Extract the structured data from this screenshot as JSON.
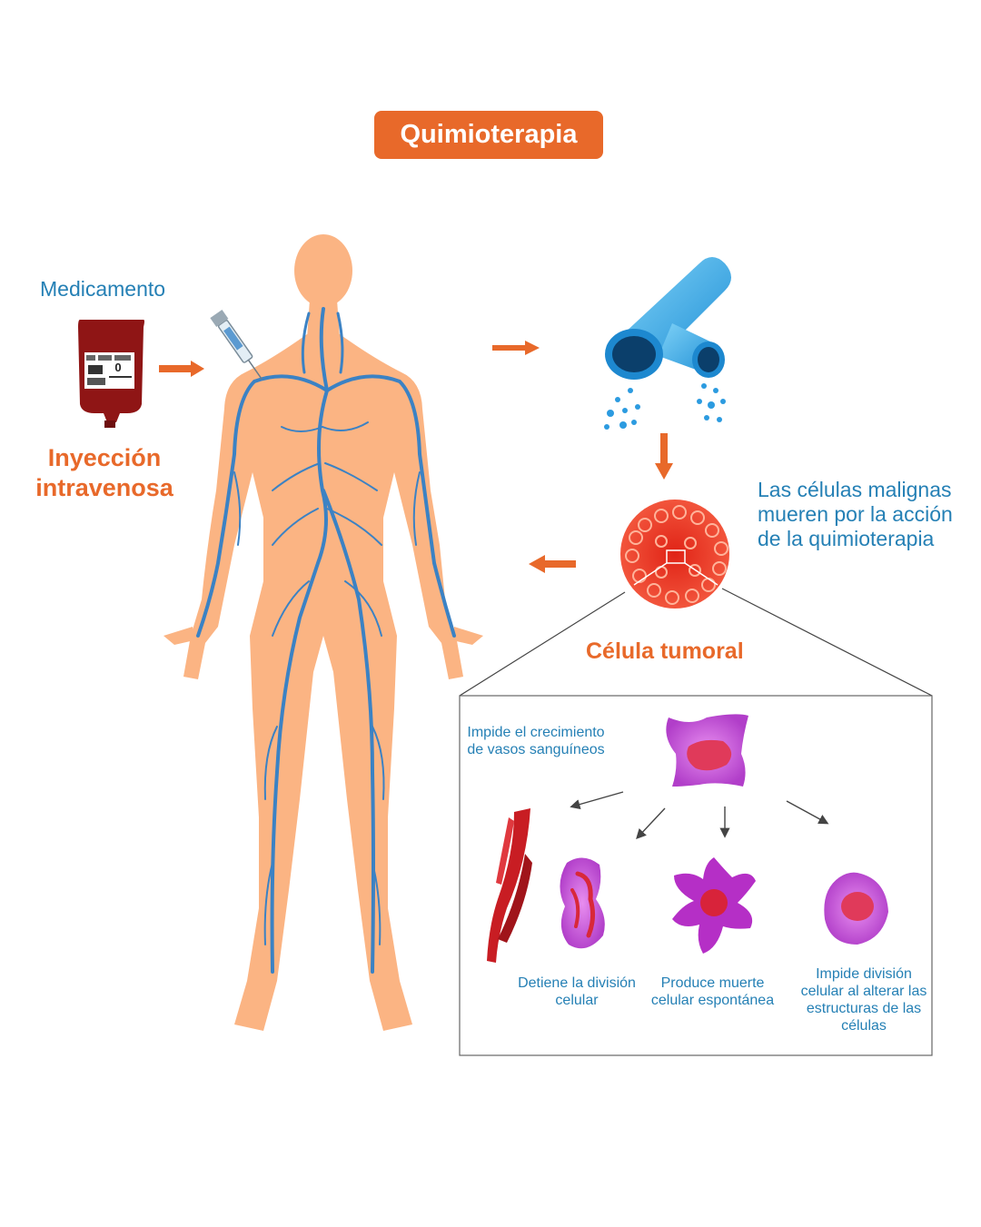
{
  "title": "Quimioterapia",
  "labels": {
    "medicamento": "Medicamento",
    "inyeccion": "Inyección intravenosa",
    "celulas_mueren": "Las células malignas mueren por la acción de la quimioterapia",
    "celula_tumoral": "Célula tumoral"
  },
  "effects": [
    "Impide el crecimiento de vasos sanguíneos",
    "Detiene la división celular",
    "Produce muerte celular espontánea",
    "Impide división celular al alterar las estructuras de las células"
  ],
  "blood_bag_label": "0",
  "colors": {
    "accent_orange": "#e8692a",
    "label_blue": "#2580b5",
    "skin": "#fbb483",
    "vein": "#3b82c4",
    "bag": "#9f1d1d",
    "tumor": "#ef3b24",
    "cell_purple": "#c24ad6"
  },
  "icons": [
    "blood-bag-icon",
    "syringe-icon",
    "body-figure",
    "pipe-icon",
    "tumor-icon",
    "vessel-icon",
    "cell-icon"
  ]
}
